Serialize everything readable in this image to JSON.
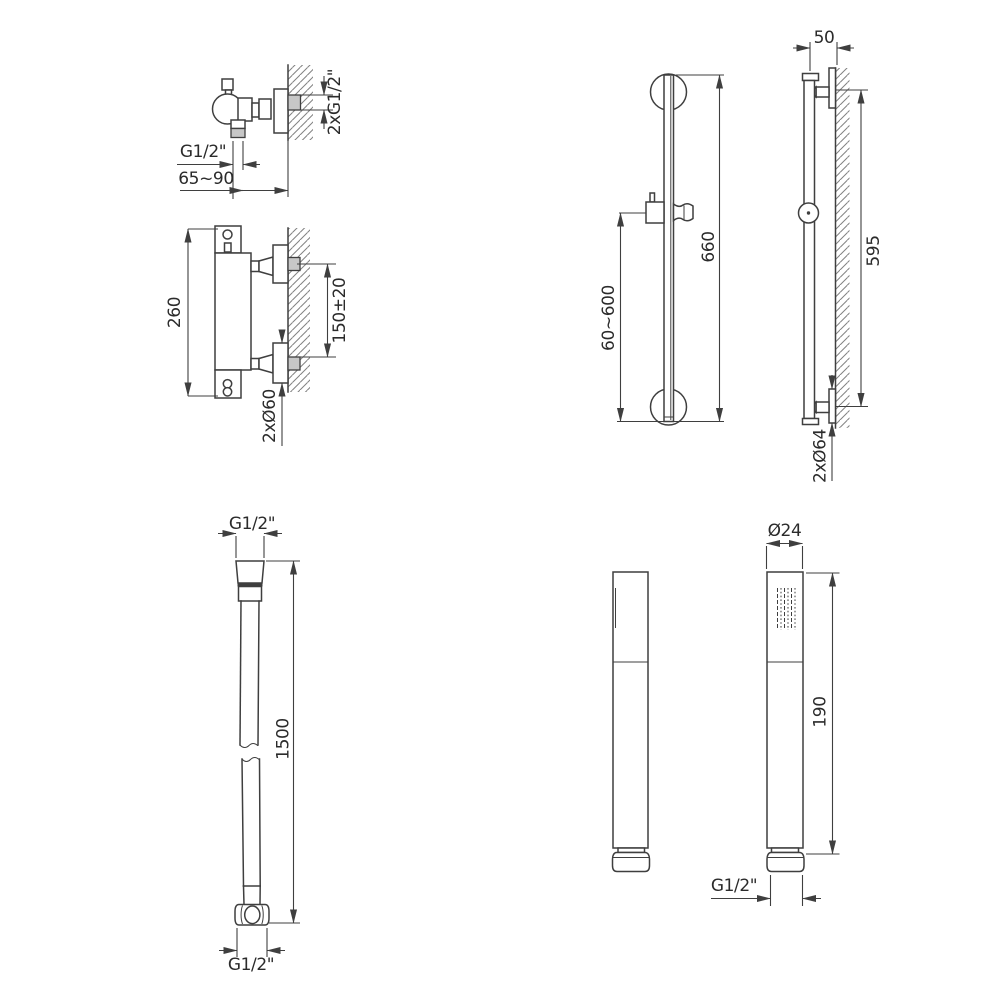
{
  "colors": {
    "line": "#3f3f3f",
    "text": "#2b2b2b",
    "gray_fill": "#c7c7c7",
    "hatch": "#828282",
    "background": "#ffffff"
  },
  "diagram": {
    "views": {
      "valve_top": {
        "labels": {
          "outlet_thread": "G1/2\"",
          "wall_offset_range": "65~90",
          "inlet_threads": "2xG1/2\""
        }
      },
      "valve_front": {
        "labels": {
          "body_height": "260",
          "inlet_spacing": "150±20",
          "escutcheon_diameter": "2xØ60"
        }
      },
      "rail_front": {
        "labels": {
          "rail_length": "660",
          "slider_range": "60~600"
        }
      },
      "rail_side": {
        "labels": {
          "wall_offset": "50",
          "mount_spacing": "595",
          "escutcheon_diameter": "2xØ64"
        }
      },
      "hose": {
        "labels": {
          "top_thread": "G1/2\"",
          "length": "1500",
          "bottom_thread": "G1/2\""
        }
      },
      "handset": {
        "labels": {
          "head_diameter": "Ø24",
          "length": "190",
          "thread": "G1/2\""
        }
      }
    }
  }
}
